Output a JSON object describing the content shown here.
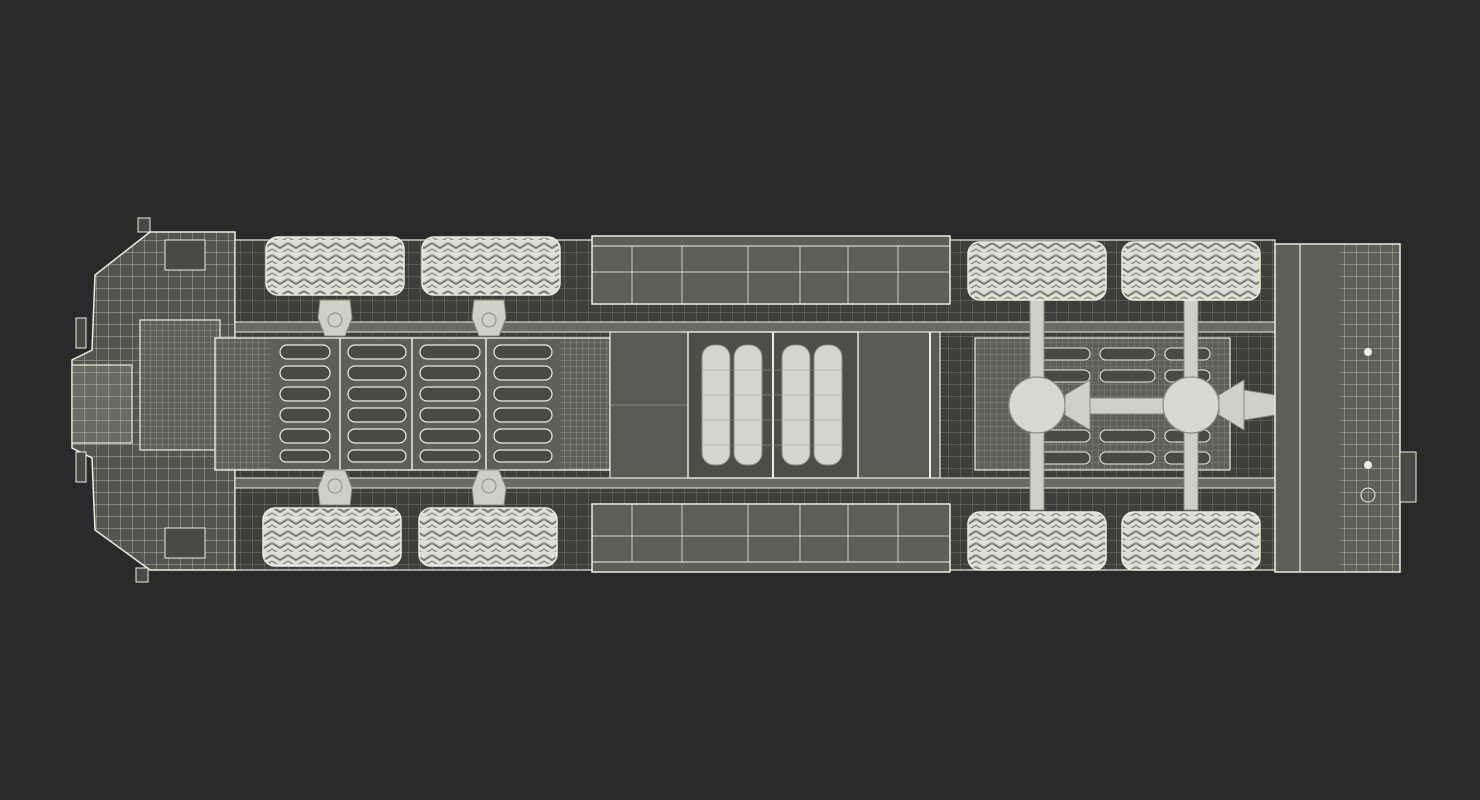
{
  "scene": {
    "subject": "truck-chassis-wireframe-bottom-view",
    "colors": {
      "background": "#2a2a2a",
      "panel": "#5f5f58",
      "panel_dark": "#4a4a45",
      "wire": "#ecece4",
      "tire": "#deded4",
      "tire_tread": "#8a8a80"
    },
    "components": {
      "wheel_count": 8,
      "fuel_tank_count": 4,
      "axle_count": 4
    }
  }
}
